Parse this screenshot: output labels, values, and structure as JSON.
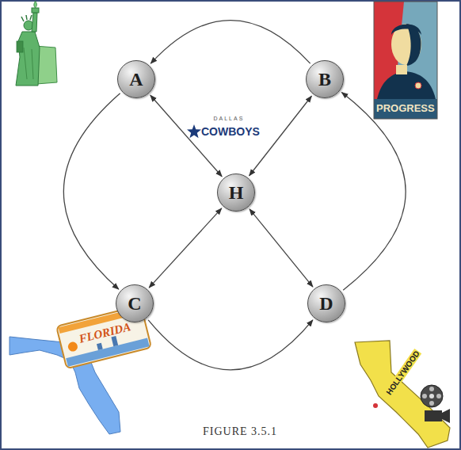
{
  "diagram": {
    "caption": "FIGURE 3.5.1",
    "nodes": [
      {
        "text": [
          "A"
        ]
      },
      {
        "text": [
          "B"
        ]
      },
      {
        "text": [
          "H"
        ]
      },
      {
        "text": [
          "C"
        ]
      },
      {
        "text": [
          "D"
        ]
      }
    ],
    "edges": [
      {
        "from": 1,
        "to": 0,
        "arrow": "to"
      },
      {
        "from": 0,
        "to": 3,
        "arrow": "to"
      },
      {
        "from": 3,
        "to": 4,
        "arrow": "to"
      },
      {
        "from": 4,
        "to": 1,
        "arrow": "to"
      },
      {
        "from": 0,
        "to": 2,
        "arrow": "both"
      },
      {
        "from": 1,
        "to": 2,
        "arrow": "both"
      },
      {
        "from": 3,
        "to": 2,
        "arrow": "both"
      },
      {
        "from": 4,
        "to": 2,
        "arrow": "both"
      }
    ],
    "labels": [
      "DALLAS",
      "COWBOYS",
      "PROGRESS",
      "FLORIDA",
      "HOLLYWOOD"
    ]
  }
}
